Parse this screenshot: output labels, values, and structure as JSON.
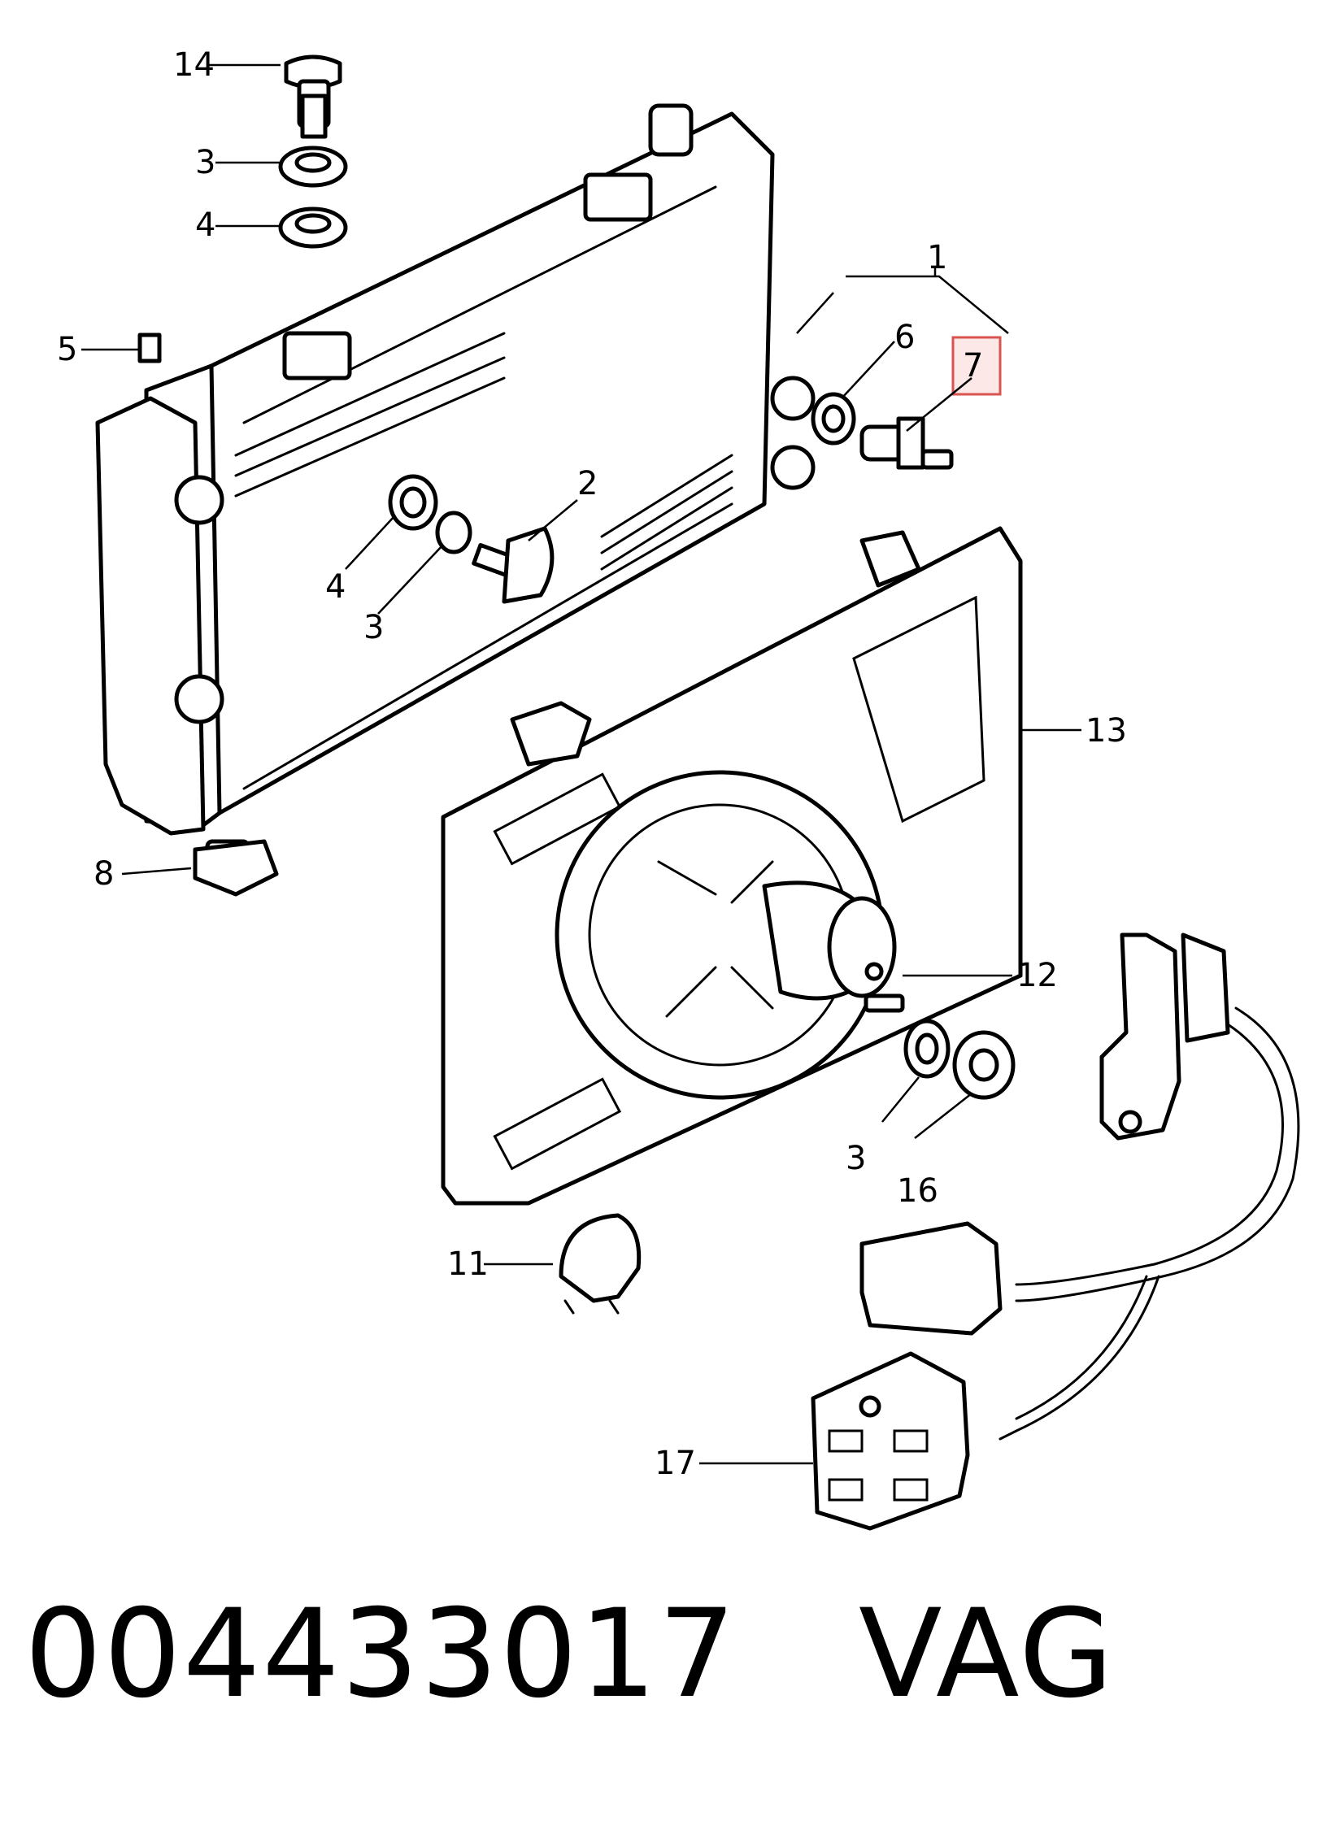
{
  "callouts": {
    "c1": "1",
    "c2": "2",
    "c3a": "3",
    "c3b": "3",
    "c3c": "3",
    "c4a": "4",
    "c4b": "4",
    "c5": "5",
    "c6": "6",
    "c7": "7",
    "c8": "8",
    "c11": "11",
    "c12": "12",
    "c13": "13",
    "c14": "14",
    "c16": "16",
    "c17": "17"
  },
  "highlight": {
    "part": "7",
    "color": "#d9534f"
  },
  "footer": {
    "part_number": "004433017",
    "brand": "VAG"
  }
}
